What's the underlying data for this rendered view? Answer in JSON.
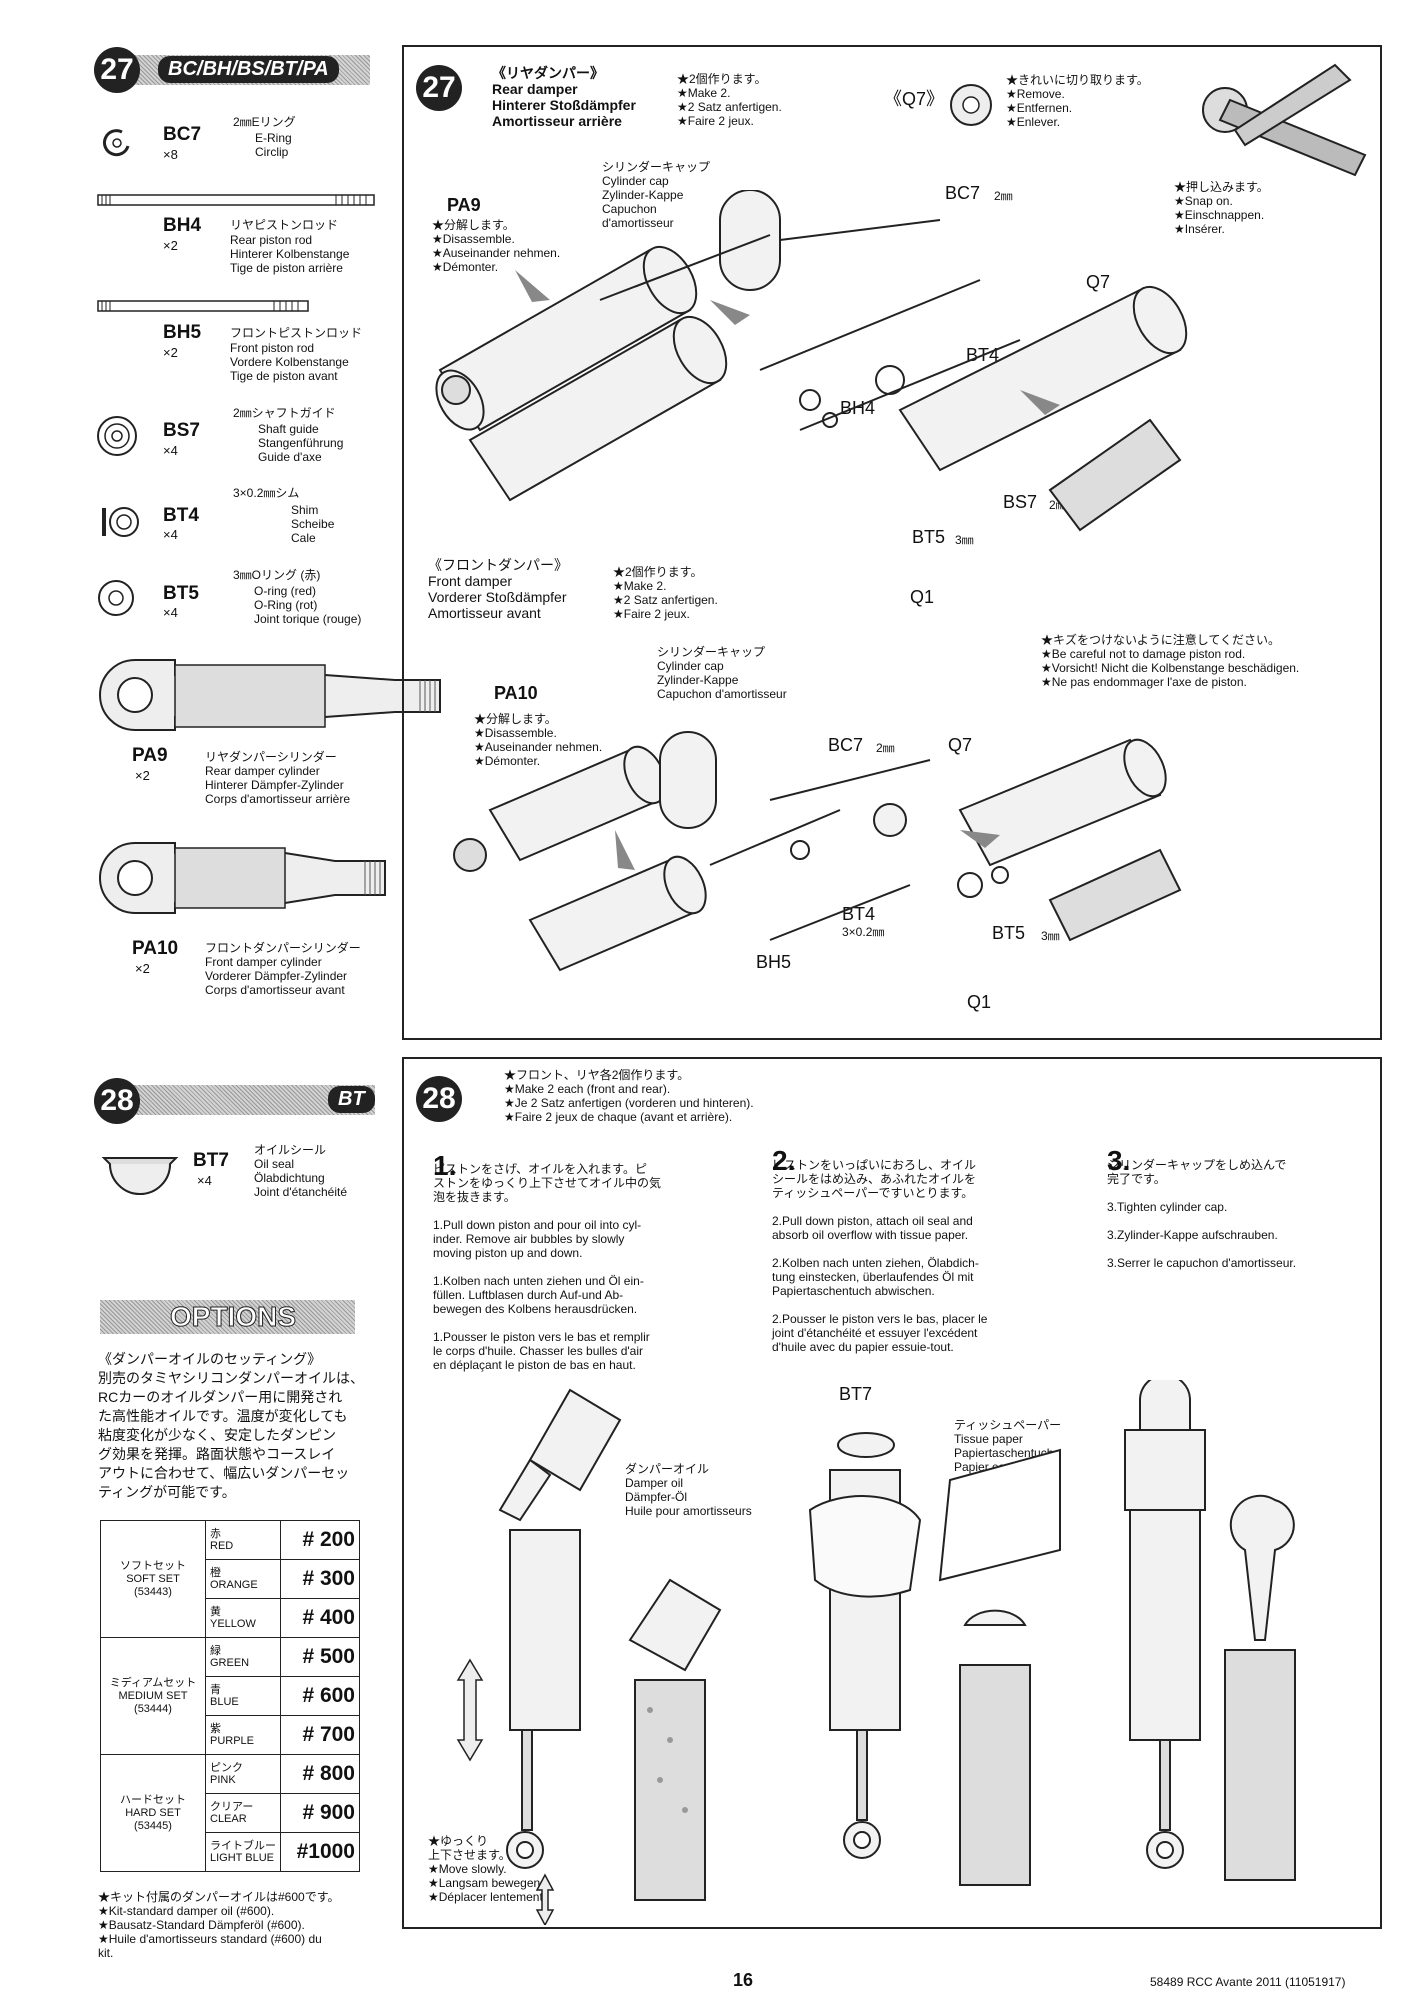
{
  "sidebar27": {
    "step": "27",
    "tag": "BC/BH/BS/BT/PA",
    "parts": [
      {
        "code": "BC7",
        "qty": "×8",
        "jp": "2㎜Eリング",
        "text": "E-Ring\nCirclip"
      },
      {
        "code": "BH4",
        "qty": "×2",
        "jp": "リヤピストンロッド",
        "text": "Rear piston rod\nHinterer Kolbenstange\nTige de piston arrière"
      },
      {
        "code": "BH5",
        "qty": "×2",
        "jp": "フロントピストンロッド",
        "text": "Front piston rod\nVordere Kolbenstange\nTige de piston avant"
      },
      {
        "code": "BS7",
        "qty": "×4",
        "jp": "2㎜シャフトガイド",
        "text": "Shaft guide\nStangenführung\nGuide d'axe"
      },
      {
        "code": "BT4",
        "qty": "×4",
        "jp": "3×0.2㎜シム",
        "text": "Shim\nScheibe\nCale"
      },
      {
        "code": "BT5",
        "qty": "×4",
        "jp": "3㎜Oリング (赤)",
        "text": "O-ring (red)\nO-Ring (rot)\nJoint torique (rouge)"
      }
    ],
    "pa9": {
      "code": "PA9",
      "qty": "×2",
      "text": "リヤダンパーシリンダー\nRear damper cylinder\nHinterer Dämpfer-Zylinder\nCorps d'amortisseur arrière"
    },
    "pa10": {
      "code": "PA10",
      "qty": "×2",
      "text": "フロントダンパーシリンダー\nFront damper cylinder\nVorderer Dämpfer-Zylinder\nCorps d'amortisseur avant"
    }
  },
  "main27": {
    "step": "27",
    "rear_title": "《リヤダンパー》\nRear damper\nHinterer Stoßdämpfer\nAmortisseur arrière",
    "rear_make": "★2個作ります。\n★Make 2.\n★2 Satz anfertigen.\n★Faire 2 jeux.",
    "q7_label": "《Q7》",
    "q7_note": "★きれいに切り取ります。\n★Remove.\n★Entfernen.\n★Enlever.",
    "cyl_cap": "シリンダーキャップ\nCylinder cap\nZylinder-Kappe\nCapuchon\nd'amortisseur",
    "pa9": "PA9",
    "disassemble": "★分解します。\n★Disassemble.\n★Auseinander nehmen.\n★Démonter.",
    "bc7": "BC7",
    "mm2": "2㎜",
    "q7": "Q7",
    "snap": "★押し込みます。\n★Snap on.\n★Einschnappen.\n★Insérer.",
    "bt4": "BT4",
    "bt4_size": "3×0.2㎜",
    "bh4": "BH4",
    "bs7": "BS7",
    "bt5": "BT5",
    "mm3": "3㎜",
    "q1": "Q1",
    "front_title": "《フロントダンパー》\nFront damper\nVorderer Stoßdämpfer\nAmortisseur avant",
    "front_make": "★2個作ります。\n★Make 2.\n★2 Satz anfertigen.\n★Faire 2 jeux.",
    "careful": "★キズをつけないように注意してください。\n★Be careful not to damage piston rod.\n★Vorsicht! Nicht die Kolbenstange beschädigen.\n★Ne pas endommager l'axe de piston.",
    "cyl_cap2": "シリンダーキャップ\nCylinder cap\nZylinder-Kappe\nCapuchon d'amortisseur",
    "pa10": "PA10",
    "bh5": "BH5"
  },
  "sidebar28": {
    "step": "28",
    "tag": "BT",
    "bt7": {
      "code": "BT7",
      "qty": "×4",
      "text": "オイルシール\nOil seal\nÖlabdichtung\nJoint d'étanchéité"
    }
  },
  "options": {
    "title": "OPTIONS",
    "body": "《ダンパーオイルのセッティング》\n別売のタミヤシリコンダンパーオイルは、\nRCカーのオイルダンパー用に開発され\nた高性能オイルです。温度が変化しても\n粘度変化が少なく、安定したダンピン\nグ効果を発揮。路面状態やコースレイ\nアウトに合わせて、幅広いダンパーセッ\nティングが可能です。",
    "groups": [
      {
        "name": "ソフトセット\nSOFT SET\n(53443)",
        "rows": [
          {
            "jp": "赤",
            "en": "RED",
            "num": "# 200"
          },
          {
            "jp": "橙",
            "en": "ORANGE",
            "num": "# 300"
          },
          {
            "jp": "黄",
            "en": "YELLOW",
            "num": "# 400"
          }
        ]
      },
      {
        "name": "ミディアムセット\nMEDIUM SET\n(53444)",
        "rows": [
          {
            "jp": "緑",
            "en": "GREEN",
            "num": "# 500"
          },
          {
            "jp": "青",
            "en": "BLUE",
            "num": "# 600"
          },
          {
            "jp": "紫",
            "en": "PURPLE",
            "num": "# 700"
          }
        ]
      },
      {
        "name": "ハードセット\nHARD SET\n(53445)",
        "rows": [
          {
            "jp": "ピンク",
            "en": "PINK",
            "num": "# 800"
          },
          {
            "jp": "クリアー",
            "en": "CLEAR",
            "num": "# 900"
          },
          {
            "jp": "ライトブルー",
            "en": "LIGHT BLUE",
            "num": "#1000"
          }
        ]
      }
    ],
    "footnote": "★キット付属のダンパーオイルは#600です。\n★Kit-standard damper oil (#600).\n★Bausatz-Standard Dämpferöl (#600).\n★Huile d'amortisseurs standard (#600) du\nkit."
  },
  "main28": {
    "step": "28",
    "header": "★フロント、リヤ各2個作ります。\n★Make 2 each (front and rear).\n★Je 2 Satz anfertigen (vorderen und hinteren).\n★Faire 2 jeux de chaque (avant et arrière).",
    "s1_num": "1.",
    "s1_text": "ピストンをさげ、オイルを入れます。ピ\nストンをゆっくり上下させてオイル中の気\n泡を抜きます。\n\n1.Pull down piston and pour oil into cyl-\ninder. Remove air bubbles by slowly\nmoving piston up and down.\n\n1.Kolben nach unten ziehen und Öl ein-\nfüllen. Luftblasen durch Auf-und Ab-\nbewegen des Kolbens herausdrücken.\n\n1.Pousser le piston vers le bas et remplir\nle corps d'huile. Chasser les bulles d'air\nen déplaçant le piston de bas en haut.",
    "s2_num": "2.",
    "s2_text": "ピストンをいっぱいにおろし、オイル\nシールをはめ込み、あふれたオイルを\nティッシュペーパーですいとります。\n\n2.Pull down piston, attach oil seal and\nabsorb oil overflow with tissue paper.\n\n2.Kolben nach unten ziehen, Ölabdich-\ntung einstecken, überlaufendes Öl mit\nPapiertaschentuch abwischen.\n\n2.Pousser le piston vers le bas, placer le\njoint d'étanchéité et essuyer l'excédent\nd'huile avec du papier essuie-tout.",
    "s3_num": "3.",
    "s3_text": "シリンダーキャップをしめ込んで\n完了です。\n\n3.Tighten cylinder cap.\n\n3.Zylinder-Kappe aufschrauben.\n\n3.Serrer le capuchon d'amortisseur.",
    "oil_label": "ダンパーオイル\nDamper oil\nDämpfer-Öl\nHuile pour amortisseurs",
    "bt7": "BT7",
    "tissue": "ティッシュペーパー\nTissue paper\nPapiertaschentuch\nPapier essuie-tout",
    "slow": "★ゆっくり\n上下させます。\n★Move slowly.\n★Langsam bewegen.\n★Déplacer lentement."
  },
  "footer": {
    "page": "16",
    "code": "58489 RCC Avante 2011 (11051917)"
  }
}
